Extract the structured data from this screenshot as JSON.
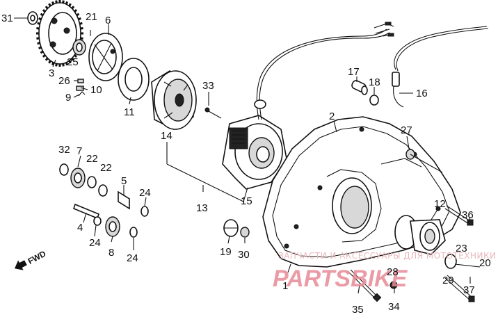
{
  "diagram": {
    "labels": [
      {
        "id": "l31",
        "text": "31"
      },
      {
        "id": "l21",
        "text": "21"
      },
      {
        "id": "l6",
        "text": "6"
      },
      {
        "id": "l25",
        "text": "25"
      },
      {
        "id": "l3",
        "text": "3"
      },
      {
        "id": "l26",
        "text": "26"
      },
      {
        "id": "l10",
        "text": "10"
      },
      {
        "id": "l9",
        "text": "9"
      },
      {
        "id": "l11",
        "text": "11"
      },
      {
        "id": "l33",
        "text": "33"
      },
      {
        "id": "l14",
        "text": "14"
      },
      {
        "id": "l13",
        "text": "13"
      },
      {
        "id": "l15",
        "text": "15"
      },
      {
        "id": "l32",
        "text": "32"
      },
      {
        "id": "l7",
        "text": "7"
      },
      {
        "id": "l22a",
        "text": "22"
      },
      {
        "id": "l22b",
        "text": "22"
      },
      {
        "id": "l5",
        "text": "5"
      },
      {
        "id": "l24a",
        "text": "24"
      },
      {
        "id": "l4",
        "text": "4"
      },
      {
        "id": "l24b",
        "text": "24"
      },
      {
        "id": "l8",
        "text": "8"
      },
      {
        "id": "l24c",
        "text": "24"
      },
      {
        "id": "l19",
        "text": "19"
      },
      {
        "id": "l30",
        "text": "30"
      },
      {
        "id": "l17",
        "text": "17"
      },
      {
        "id": "l18",
        "text": "18"
      },
      {
        "id": "l16",
        "text": "16"
      },
      {
        "id": "l2",
        "text": "2"
      },
      {
        "id": "l27",
        "text": "27"
      },
      {
        "id": "l12",
        "text": "12"
      },
      {
        "id": "l36",
        "text": "36"
      },
      {
        "id": "l23",
        "text": "23"
      },
      {
        "id": "l20",
        "text": "20"
      },
      {
        "id": "l29",
        "text": "29"
      },
      {
        "id": "l28",
        "text": "28"
      },
      {
        "id": "l1",
        "text": "1"
      },
      {
        "id": "l35",
        "text": "35"
      },
      {
        "id": "l34",
        "text": "34"
      },
      {
        "id": "l37",
        "text": "37"
      }
    ],
    "direction_marker": "FWD",
    "watermark": {
      "caption": "ЗАПЧАСТИ И АКСЕССУАРЫ ДЛЯ МОТОТЕХНИКИ",
      "logo": "PARTSBIKE"
    }
  }
}
